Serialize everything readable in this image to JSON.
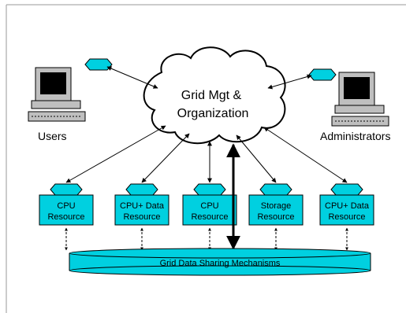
{
  "cloud": {
    "line1": "Grid Mgt &",
    "line2": "Organization"
  },
  "users_label": "Users",
  "admins_label": "Administrators",
  "resources": [
    {
      "line1": "CPU",
      "line2": "Resource"
    },
    {
      "line1": "CPU+ Data",
      "line2": "Resource"
    },
    {
      "line1": "CPU",
      "line2": "Resource"
    },
    {
      "line1": "Storage",
      "line2": "Resource"
    },
    {
      "line1": "CPU+ Data",
      "line2": "Resource"
    }
  ],
  "sharing_label": "Grid Data Sharing Mechanisms",
  "colors": {
    "node": "#00d0e0",
    "cloud_fill": "#ffffff",
    "monitor_screen": "#000000",
    "computer_body": "#bfbfbf"
  }
}
